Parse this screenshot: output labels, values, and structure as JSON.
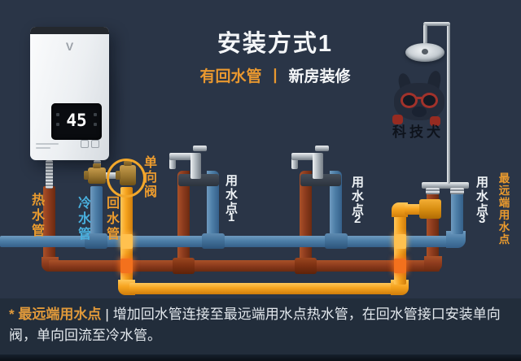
{
  "colors": {
    "background": "#2a3547",
    "background_bottom": "#222d3b",
    "accent_orange": "#e9982f",
    "label_cyan": "#49b0de",
    "text_white": "#f4f6f8",
    "pipe_hot": "#8e3c1e",
    "pipe_cold": "#4d7ea7",
    "pipe_return": "#f6a41f"
  },
  "header": {
    "title": "安装方式1",
    "subtitle_left": "有回水管",
    "subtitle_divider": "丨",
    "subtitle_right": "新房装修"
  },
  "heater": {
    "logo": "V",
    "display_value": "45"
  },
  "pipe_labels": {
    "hot": "热水管",
    "cold": "冷水管",
    "return": "回水管",
    "check_valve": "单向阀",
    "farthest": "最远端用水点"
  },
  "use_points": [
    {
      "label": "用水点",
      "num": "1"
    },
    {
      "label": "用水点",
      "num": "2"
    },
    {
      "label": "用水点",
      "num": "3"
    }
  ],
  "watermark": {
    "text": "科技犬"
  },
  "footnote": {
    "highlight": "* 最远端用水点",
    "divider": "|",
    "body": "增加回水管连接至最远端用水点热水管，在回水管接口安装单向阀，单向回流至冷水管。"
  }
}
